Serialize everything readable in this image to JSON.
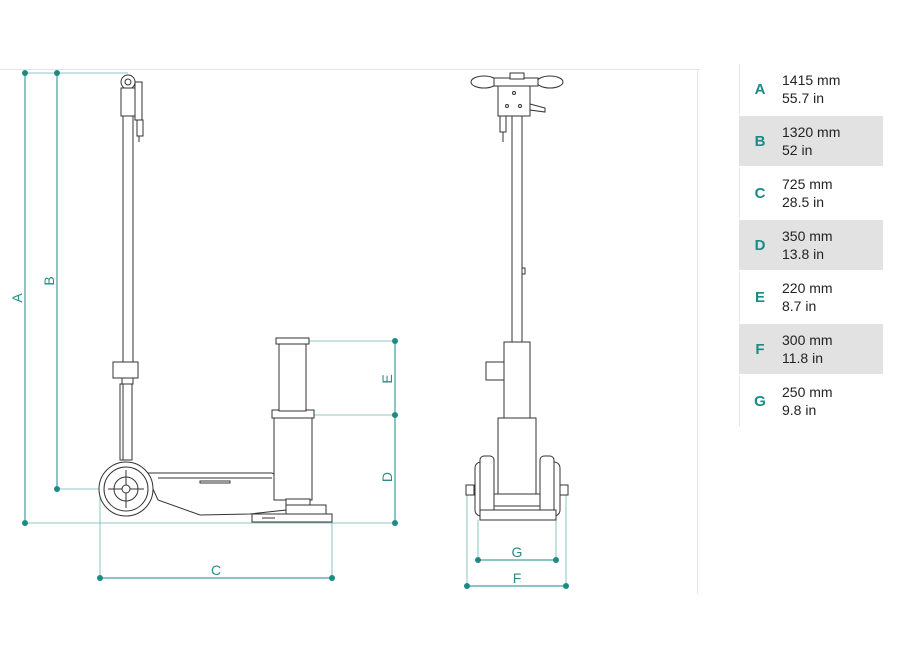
{
  "colors": {
    "dimension": "#1d8a84",
    "outline": "#333333",
    "row_shade": "#e2e2e2",
    "text": "#222222"
  },
  "dimension_labels": {
    "A": "A",
    "B": "B",
    "C": "C",
    "D": "D",
    "E": "E",
    "F": "F",
    "G": "G"
  },
  "specs": [
    {
      "letter": "A",
      "metric": "1415 mm",
      "imperial": "55.7 in"
    },
    {
      "letter": "B",
      "metric": "1320 mm",
      "imperial": "52 in"
    },
    {
      "letter": "C",
      "metric": "725 mm",
      "imperial": "28.5 in"
    },
    {
      "letter": "D",
      "metric": "350 mm",
      "imperial": "13.8 in"
    },
    {
      "letter": "E",
      "metric": "220 mm",
      "imperial": "8.7 in"
    },
    {
      "letter": "F",
      "metric": "300 mm",
      "imperial": "11.8 in"
    },
    {
      "letter": "G",
      "metric": "250 mm",
      "imperial": "9.8 in"
    }
  ]
}
